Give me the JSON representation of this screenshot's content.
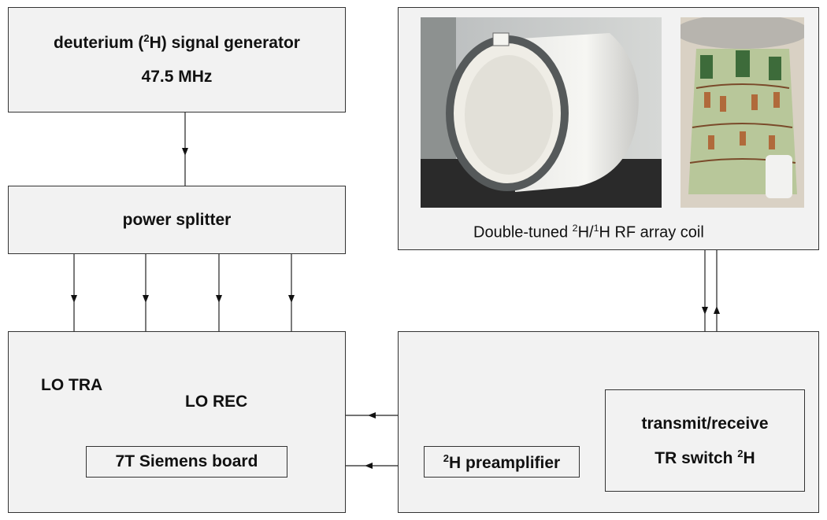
{
  "signal_generator": {
    "title_prefix": "deuterium (",
    "title_sup": "2",
    "title_suffix": "H) signal generator",
    "frequency": "47.5 MHz"
  },
  "power_splitter": {
    "label": "power splitter"
  },
  "siemens": {
    "lo_tra": "LO TRA",
    "lo_rec": "LO REC",
    "board_label": "7T Siemens board"
  },
  "coil": {
    "caption_prefix": "Double-tuned ",
    "caption_sup1": "2",
    "caption_mid": "H/",
    "caption_sup2": "1",
    "caption_suffix": "H RF array coil",
    "photo_left": "coil-housing-photo",
    "photo_right": "coil-array-electronics-photo"
  },
  "tr_switch": {
    "line1": "transmit/receive",
    "line2_prefix": "TR switch ",
    "line2_sup": "2",
    "line2_suffix": "H"
  },
  "preamplifier": {
    "label_sup": "2",
    "label_suffix": "H preamplifier"
  }
}
